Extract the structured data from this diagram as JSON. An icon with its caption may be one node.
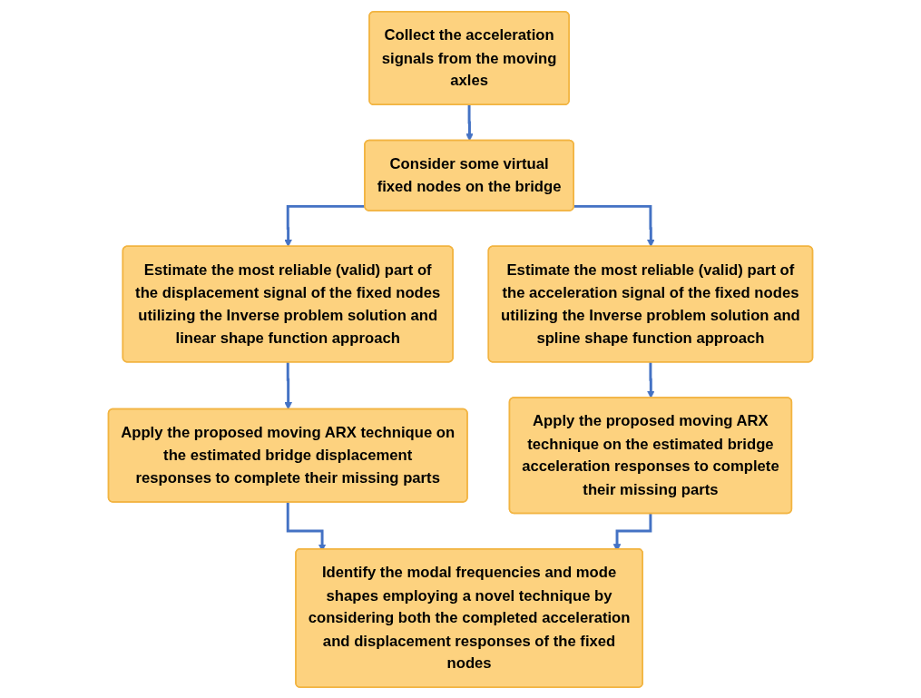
{
  "diagram": {
    "nodes": [
      {
        "text": [
          "Collect the acceleration signals from the moving axles"
        ]
      },
      {
        "text": [
          "Consider some virtual fixed nodes on the bridge"
        ]
      },
      {
        "text": [
          "Estimate the most reliable (valid) part of the displacement signal of the fixed nodes utilizing the Inverse problem solution and linear shape function approach"
        ]
      },
      {
        "text": [
          "Estimate the most reliable (valid) part of the acceleration signal of the fixed nodes utilizing the Inverse problem solution and spline shape function approach"
        ]
      },
      {
        "text": [
          "Apply the proposed moving ARX technique on the estimated bridge displacement responses to complete their missing parts"
        ]
      },
      {
        "text": [
          "Apply the proposed moving ARX technique on the estimated bridge acceleration responses to complete their missing parts"
        ]
      },
      {
        "text": [
          "Identify the modal frequencies and mode shapes employing a novel technique by considering both the completed acceleration and displacement responses of the fixed nodes"
        ]
      }
    ],
    "edges": [
      {
        "from": 0,
        "to": 1,
        "arrow": "to"
      },
      {
        "from": 1,
        "to": 2,
        "arrow": "to"
      },
      {
        "from": 1,
        "to": 3,
        "arrow": "to"
      },
      {
        "from": 2,
        "to": 4,
        "arrow": "to"
      },
      {
        "from": 3,
        "to": 5,
        "arrow": "to"
      },
      {
        "from": 4,
        "to": 6,
        "arrow": "to"
      },
      {
        "from": 5,
        "to": 6,
        "arrow": "to"
      }
    ]
  }
}
